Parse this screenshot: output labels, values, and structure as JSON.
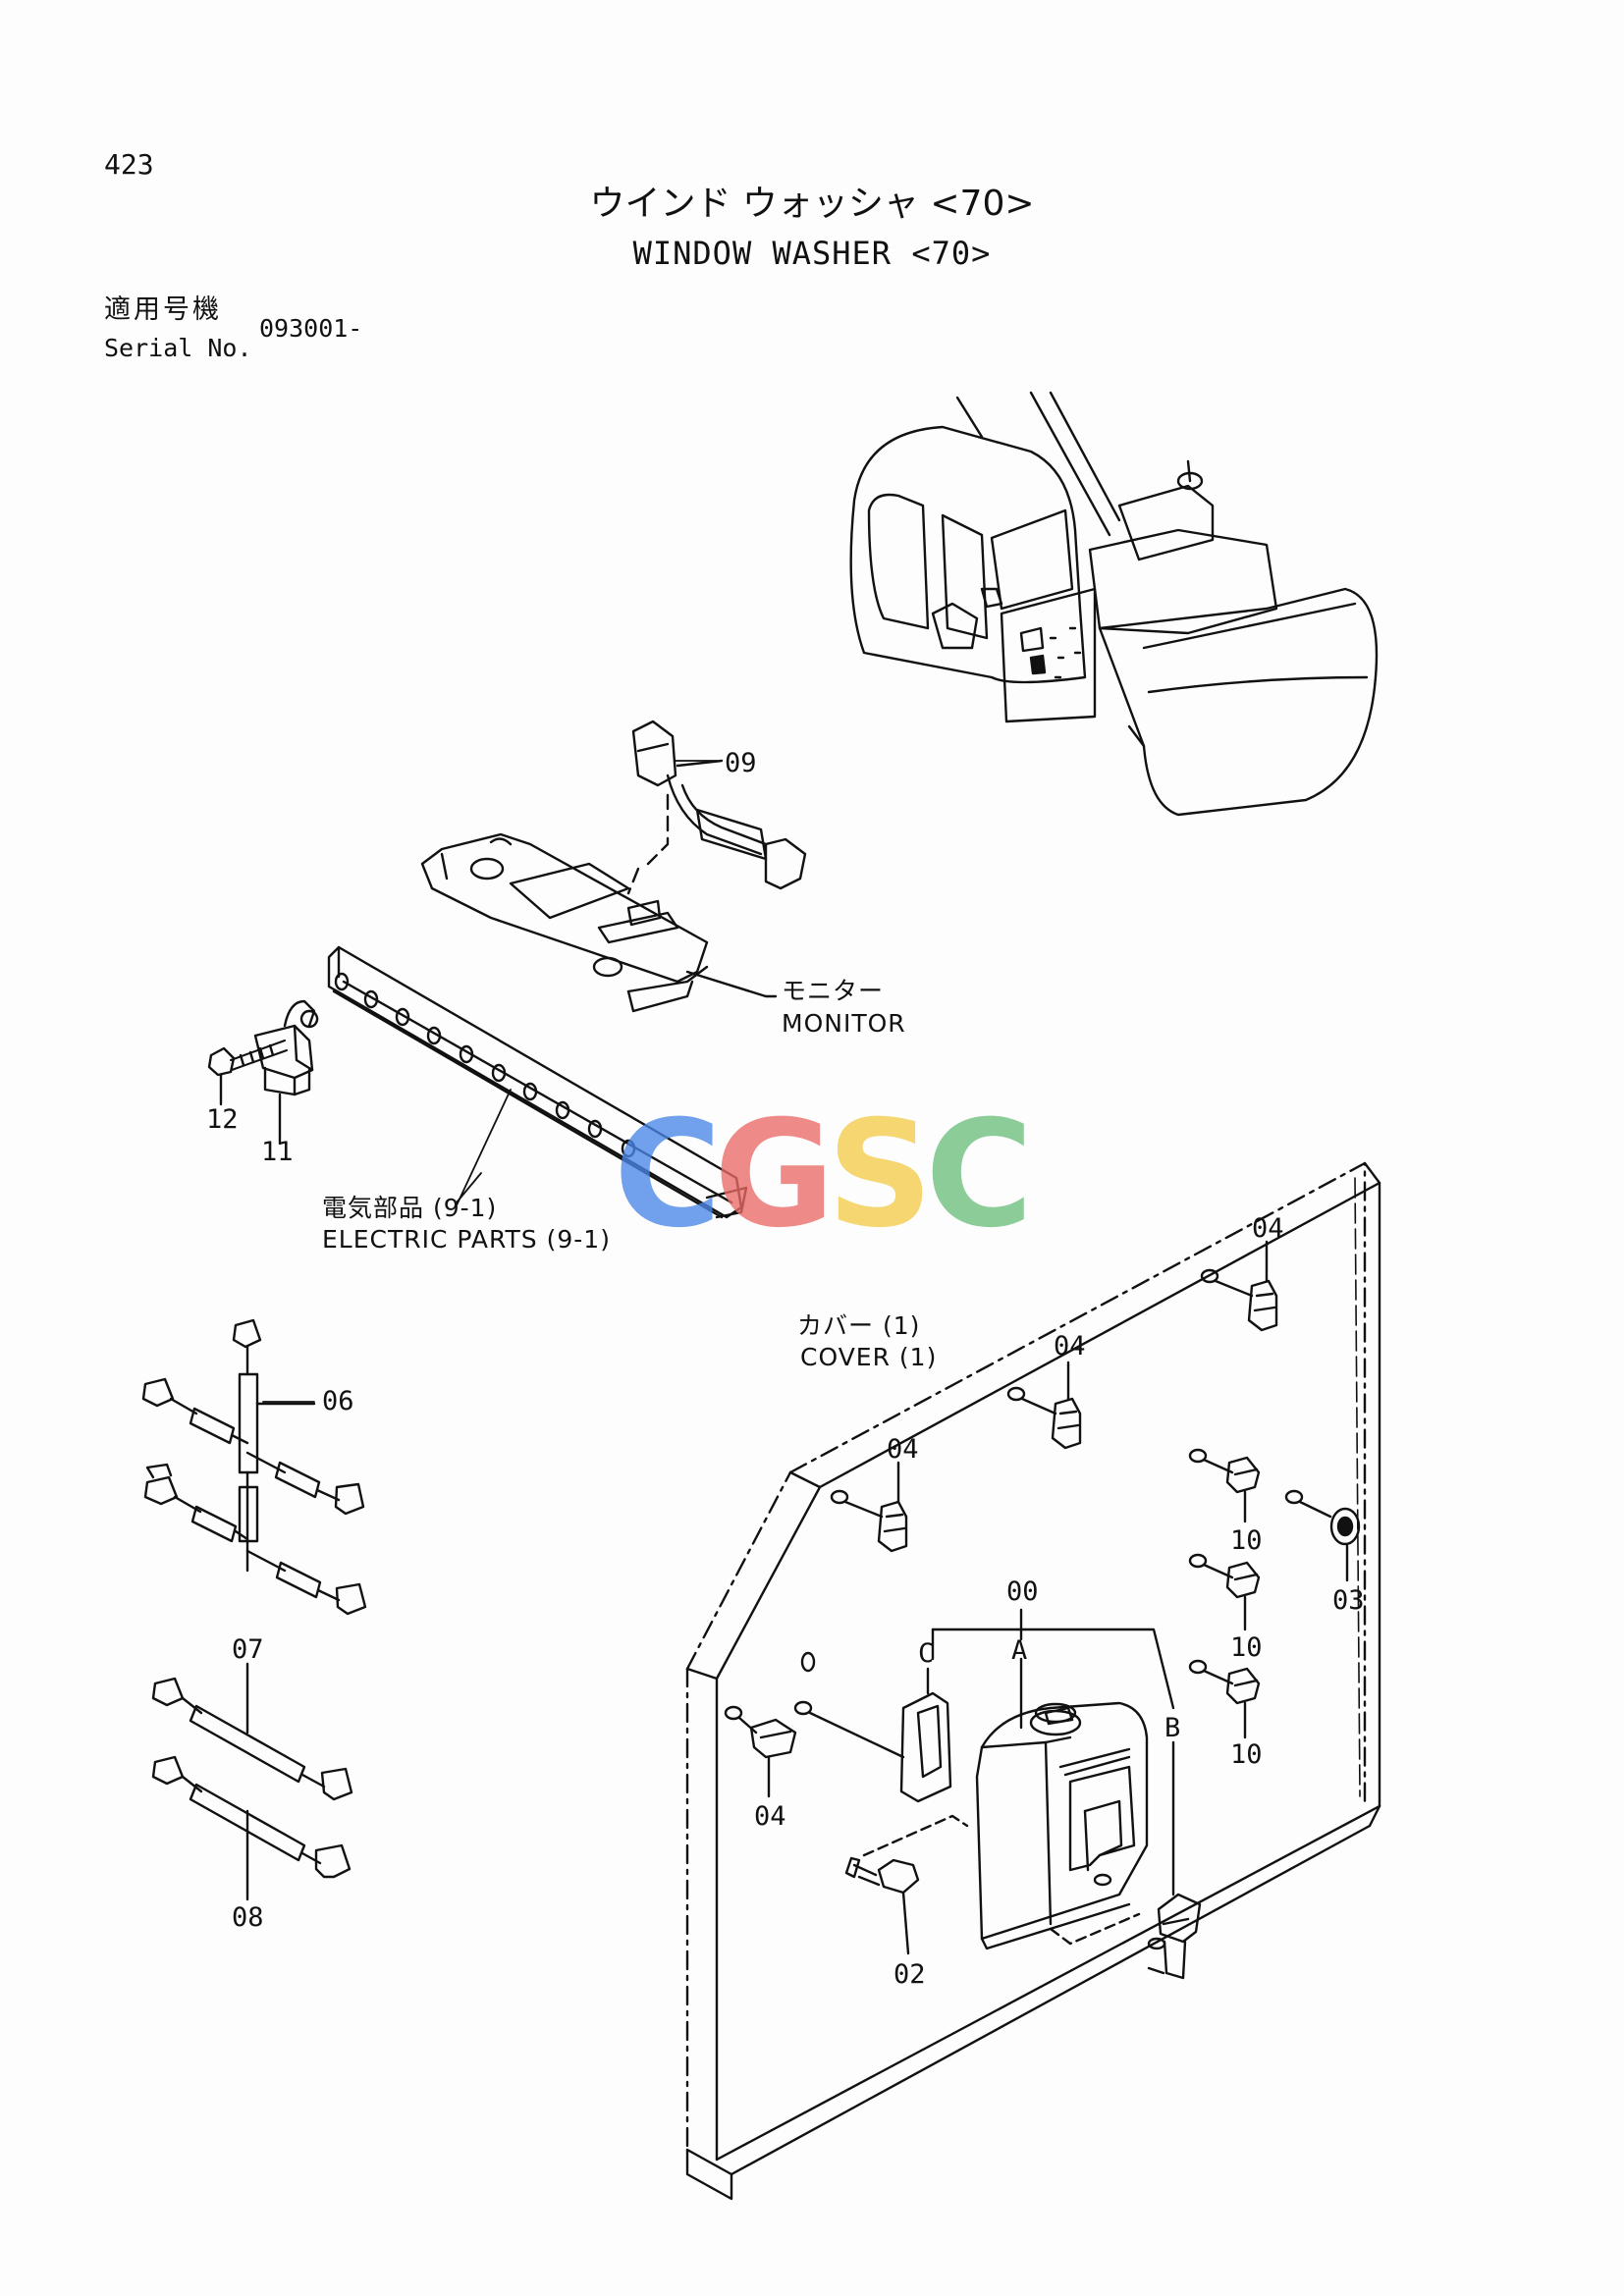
{
  "page_number": "423",
  "title_jp": "ウインド ウォッシャ <70>",
  "title_en": "WINDOW WASHER <70>",
  "serial": {
    "label_jp": "適用号機",
    "label_en": "Serial No.",
    "value": "093001-"
  },
  "callouts": {
    "c00": "00",
    "c02": "02",
    "c03": "03",
    "c04a": "04",
    "c04b": "04",
    "c04c": "04",
    "c04d": "04",
    "c06": "06",
    "c07": "07",
    "c08": "08",
    "c09": "09",
    "c10a": "10",
    "c10b": "10",
    "c10c": "10",
    "c11": "11",
    "c12": "12",
    "A": "A",
    "B": "B",
    "C": "C"
  },
  "labels": {
    "monitor_jp": "モニター",
    "monitor_en": "MONITOR",
    "electric_jp": "電気部品 (9-1)",
    "electric_en": "ELECTRIC PARTS (9-1)",
    "cover_jp": "カバー (1)",
    "cover_en": "COVER (1)"
  },
  "watermark": {
    "letters": [
      "C",
      "G",
      "S",
      "C"
    ],
    "colors": [
      "#4a86e8",
      "#ea6b66",
      "#f4cc4a",
      "#6dbf7e"
    ]
  },
  "colors": {
    "ink": "#111111",
    "background": "#fdfdfd"
  }
}
